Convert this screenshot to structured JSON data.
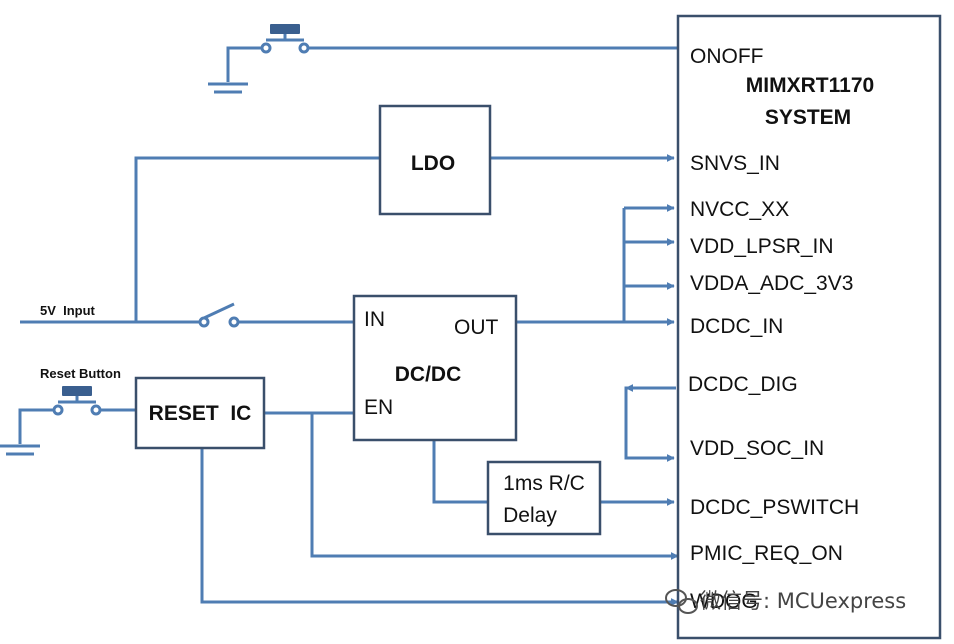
{
  "system": {
    "chip": "MIMXRT1170",
    "name": "SYSTEM"
  },
  "pins": {
    "onoff": "ONOFF",
    "snvs_in": "SNVS_IN",
    "nvcc_xx": "NVCC_XX",
    "vdd_lpsr_in": "VDD_LPSR_IN",
    "vdda_adc_3v3": "VDDA_ADC_3V3",
    "dcdc_in": "DCDC_IN",
    "dcdc_dig": "DCDC_DIG",
    "vdd_soc_in": "VDD_SOC_IN",
    "dcdc_pswitch": "DCDC_PSWITCH",
    "pmic_req_on": "PMIC_REQ_ON",
    "wdog": "WDOG"
  },
  "blocks": {
    "ldo": "LDO",
    "dcdc": {
      "title": "DC/DC",
      "in": "IN",
      "out": "OUT",
      "en": "EN"
    },
    "reset_ic": "RESET  IC",
    "delay": {
      "line1": "1ms R/C",
      "line2": "Delay"
    }
  },
  "labels": {
    "input": "5V  Input",
    "reset_button": "Reset Button"
  },
  "watermark": "微信号: MCUexpress",
  "colors": {
    "wire": "#4F7DB3",
    "block_border": "#3A4F6B"
  }
}
